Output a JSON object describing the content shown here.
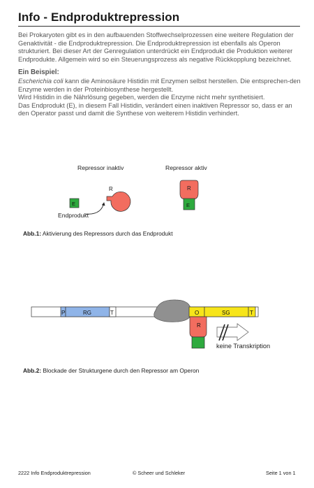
{
  "title": "Info - Endproduktrepression",
  "intro": "Bei Prokaryoten gibt es in den aufbauenden Stoffwechselprozessen eine weitere Regulation der Genaktivität - die Endproduktrepression. Die Endproduktrepression ist ebenfalls als Operon strukturiert. Bei dieser Art der Genregulation unterdrückt ein Endprodukt die Produktion weiterer Endprodukte. Allgemein wird so ein Steuerungsprozess als negative Rückkopplung bezeichnet.",
  "example": {
    "heading": "Ein Beispiel:",
    "line1_italic": "Escherichia coli",
    "line1_rest": " kann die Aminosäure Histidin mit Enzymen selbst herstellen. Die entsprechen-den Enzyme werden in der Proteinbiosynthese hergestellt.",
    "line2": "Wird Histidin in die Nährlösung gegeben, werden die Enzyme nicht mehr synthetisiert.",
    "line3": "Das Endprodukt (E), in diesem Fall Histidin, verändert einen inaktiven Repressor so, dass er an den Operator passt und damit die Synthese von weiterem Histidin verhindert."
  },
  "figure1": {
    "label_inactive": "Repressor inaktiv",
    "label_active": "Repressor aktiv",
    "repressor_letter": "R",
    "endproduct_letter": "E",
    "endproduct_label": "Endprodukt",
    "caption_bold": "Abb.1:",
    "caption_text": " Aktivierung des Repressors durch das Endprodukt"
  },
  "figure2": {
    "seg_p": "P",
    "seg_rg": "RG",
    "seg_t1": "T",
    "seg_o": "O",
    "seg_sg": "SG",
    "seg_t2": "T",
    "repressor_letter": "R",
    "no_transcription": "keine Transkription",
    "caption_bold": "Abb.2:",
    "caption_text": " Blockade der Strukturgene durch den Repressor am Operon"
  },
  "footer": {
    "left": "2222 Info Endproduktrepression",
    "center": "© Scheer und Schleker",
    "right": "Seite 1 von 1"
  },
  "colors": {
    "repressor": "#f26d5f",
    "endproduct": "#2eaa3e",
    "rg_blue": "#8fb4e8",
    "operator_yellow": "#f7e51a",
    "polymerase_gray": "#909090"
  }
}
